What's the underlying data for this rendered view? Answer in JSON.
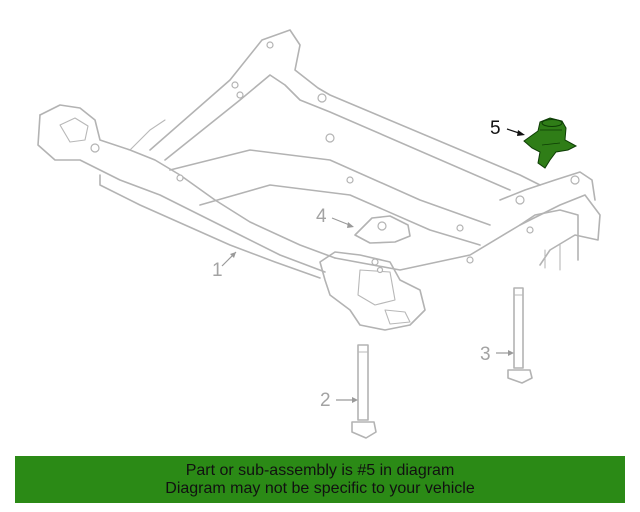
{
  "diagram": {
    "callouts": [
      "1",
      "2",
      "3",
      "4",
      "5"
    ],
    "highlighted_part": "5",
    "highlight_color": "#2f7d17",
    "line_color": "#b3b3b3"
  },
  "banner": {
    "line1": "Part or sub-assembly is #5 in diagram",
    "line2": "Diagram may not be specific to your vehicle",
    "background": "#2b8a16"
  }
}
